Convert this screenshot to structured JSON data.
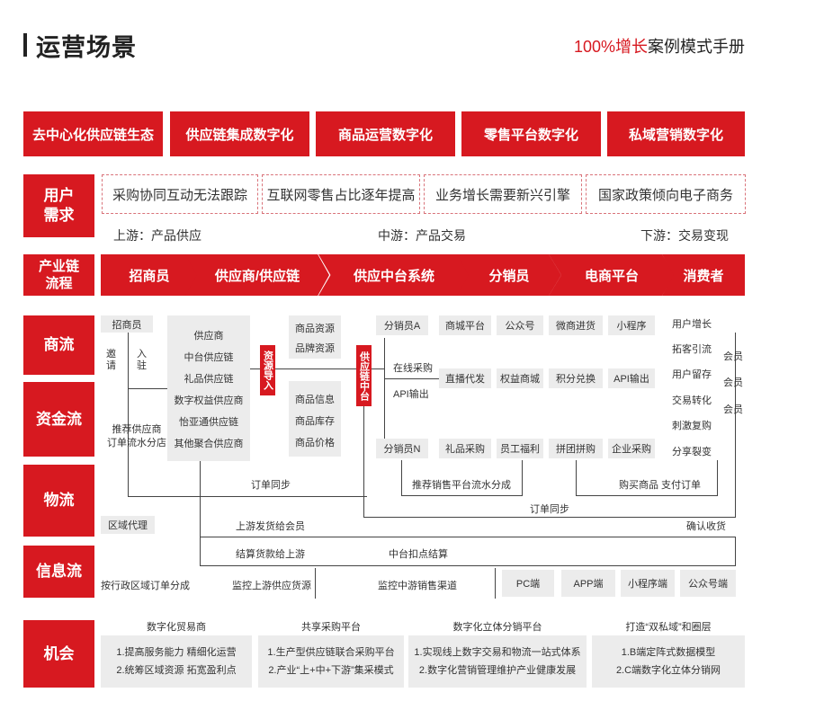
{
  "header": {
    "title": "运营场景",
    "subtitle_highlight": "100%增长",
    "subtitle_rest": "案例模式手册"
  },
  "top_tabs": [
    "去中心化供应链生态",
    "供应链集成数字化",
    "商品运营数字化",
    "零售平台数字化",
    "私域营销数字化"
  ],
  "user_needs": {
    "label_line1": "用户",
    "label_line2": "需求",
    "items": [
      "采购协同互动无法跟踪",
      "互联网零售占比逐年提高",
      "业务增长需要新兴引擎",
      "国家政策倾向电子商务"
    ]
  },
  "stages": [
    "上游：产品供应",
    "中游：产品交易",
    "下游：交易变现"
  ],
  "chain": {
    "label_line1": "产业链",
    "label_line2": "流程",
    "steps": [
      "招商员",
      "供应商/供应链",
      "供应中台系统",
      "分销员",
      "电商平台",
      "消费者"
    ]
  },
  "rows": [
    "商流",
    "资金流",
    "物流",
    "信息流",
    "机会"
  ],
  "flow": {
    "recruiter": "招商员",
    "invite": "邀请",
    "enter": "入驻",
    "rec_supplier": "推荐供应商\n订单流水分店",
    "suppliers": [
      "供应商",
      "中台供应链",
      "礼品供应链",
      "数字权益供应商",
      "怡亚通供应链",
      "其他聚合供应商"
    ],
    "import_tag": "资源导入",
    "resources": [
      "商品资源",
      "品牌资源"
    ],
    "goods": [
      "商品信息",
      "商品库存",
      "商品价格"
    ],
    "middle_tag": "供应链中台",
    "dist_a": "分销员A",
    "dist_n": "分销员N",
    "online": "在线采购",
    "api_out": "API输出",
    "channels_top": [
      "商城平台",
      "公众号",
      "微商进货",
      "小程序"
    ],
    "channels_mid": [
      "直播代发",
      "权益商城",
      "积分兑换",
      "API输出"
    ],
    "channels_bot": [
      "礼品采购",
      "员工福利",
      "拼团拼购",
      "企业采购"
    ],
    "consumer_ops": [
      "用户增长",
      "拓客引流",
      "用户留存",
      "交易转化",
      "刺激复购",
      "分享裂变"
    ],
    "member": "会员",
    "order_sync": "订单同步",
    "rec_sales": "推荐销售平台流水分成",
    "buy_pay": "购买商品 支付订单",
    "regional": "区域代理",
    "ship_member": "上游发货给会员",
    "confirm": "确认收货",
    "settle": "结算货款给上游",
    "deduct": "中台扣点结算",
    "region_split": "按行政区域订单分成",
    "monitor_up": "监控上游供应货源",
    "monitor_mid": "监控中游销售渠道",
    "terminals": [
      "PC端",
      "APP端",
      "小程序端",
      "公众号端"
    ]
  },
  "opportunities": [
    {
      "title": "数字化贸易商",
      "lines": [
        "1.提高服务能力 精细化运营",
        "2.统筹区域资源 拓宽盈利点"
      ]
    },
    {
      "title": "共享采购平台",
      "lines": [
        "1.生产型供应链联合采购平台",
        "2.产业“上+中+下游”集采模式"
      ]
    },
    {
      "title": "数字化立体分销平台",
      "lines": [
        "1.实现线上数字交易和物流一站式体系",
        "2.数字化营销管理维护产业健康发展"
      ]
    },
    {
      "title": "打造“双私域”和圈层",
      "lines": [
        "1.B端定阵式数据模型",
        "2.C端数字化立体分销网"
      ]
    }
  ],
  "colors": {
    "brand_red": "#d71920",
    "cell_gray": "#ececec"
  }
}
